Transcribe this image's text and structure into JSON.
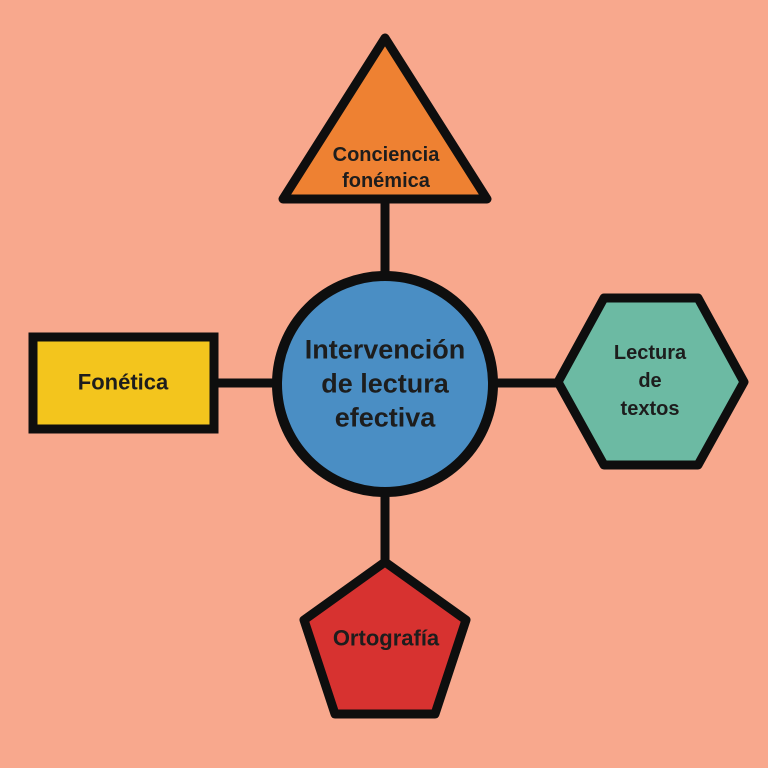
{
  "diagram": {
    "title": "Intervención de lectura efectiva concept map",
    "center": {
      "shape": "circle",
      "label": "Intervención\nde lectura\nefectiva"
    },
    "nodes": [
      {
        "id": "top",
        "shape": "triangle",
        "label": "Conciencia\nfonémica"
      },
      {
        "id": "left",
        "shape": "rectangle",
        "label": "Fonética"
      },
      {
        "id": "right",
        "shape": "hexagon",
        "label": "Lectura\nde\ntextos"
      },
      {
        "id": "bottom",
        "shape": "pentagon",
        "label": "Ortografía"
      }
    ]
  },
  "colors": {
    "background": "#f8a88d",
    "center_circle": "#4a8ec4",
    "triangle": "#ee8132",
    "rectangle": "#f3c51d",
    "hexagon": "#6cbaa3",
    "pentagon": "#d73230",
    "outline": "#0e0e0e",
    "text": "#1d1d1d"
  }
}
